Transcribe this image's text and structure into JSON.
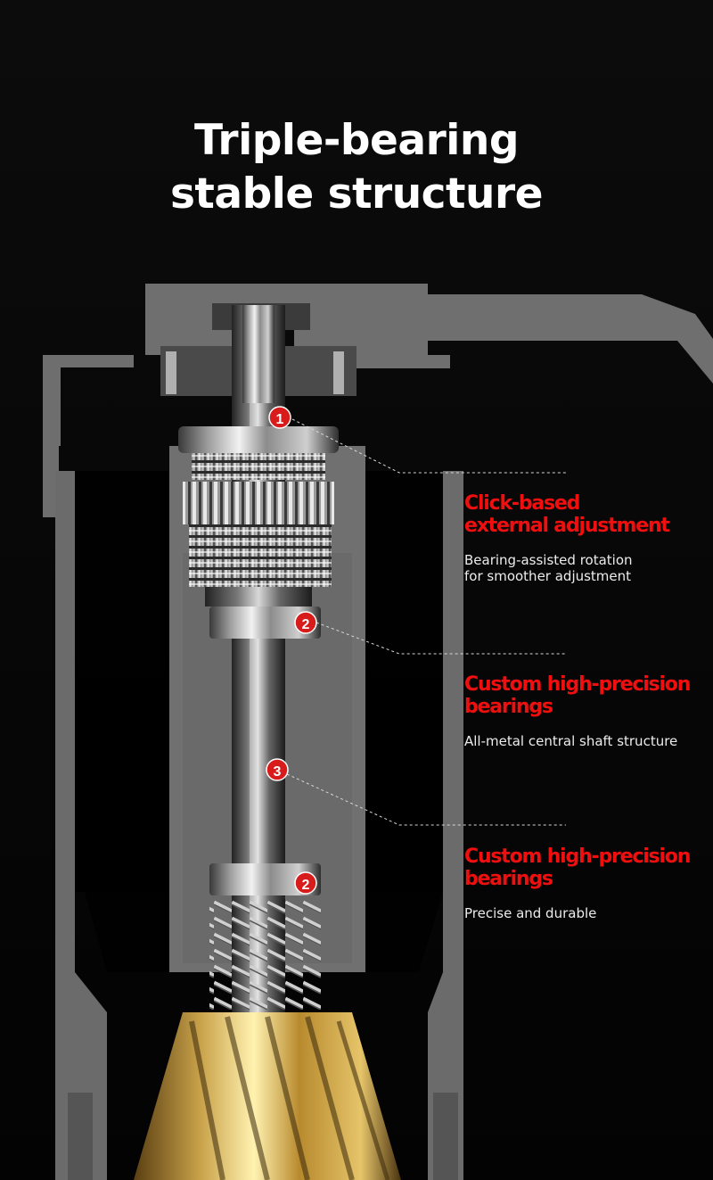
{
  "title": {
    "line1": "Triple-bearing",
    "line2": "stable structure"
  },
  "markers": [
    {
      "label": "1"
    },
    {
      "label": "2"
    },
    {
      "label": "3"
    },
    {
      "label": "2"
    }
  ],
  "callouts": [
    {
      "heading_line1": "Click-based",
      "heading_line2": "external adjustment",
      "desc_line1": "Bearing-assisted rotation",
      "desc_line2": "for smoother adjustment"
    },
    {
      "heading_line1": "Custom high-precision",
      "heading_line2": "bearings",
      "desc_line1": "All-metal central shaft structure"
    },
    {
      "heading_line1": "Custom high-precision",
      "heading_line2": "bearings",
      "desc_line1": "Precise and durable"
    }
  ],
  "colors": {
    "accent": "#f00f0f",
    "marker_fill": "#d81b1b",
    "housing": "#6e6e6e",
    "burr_gold": "#c9a24a"
  }
}
